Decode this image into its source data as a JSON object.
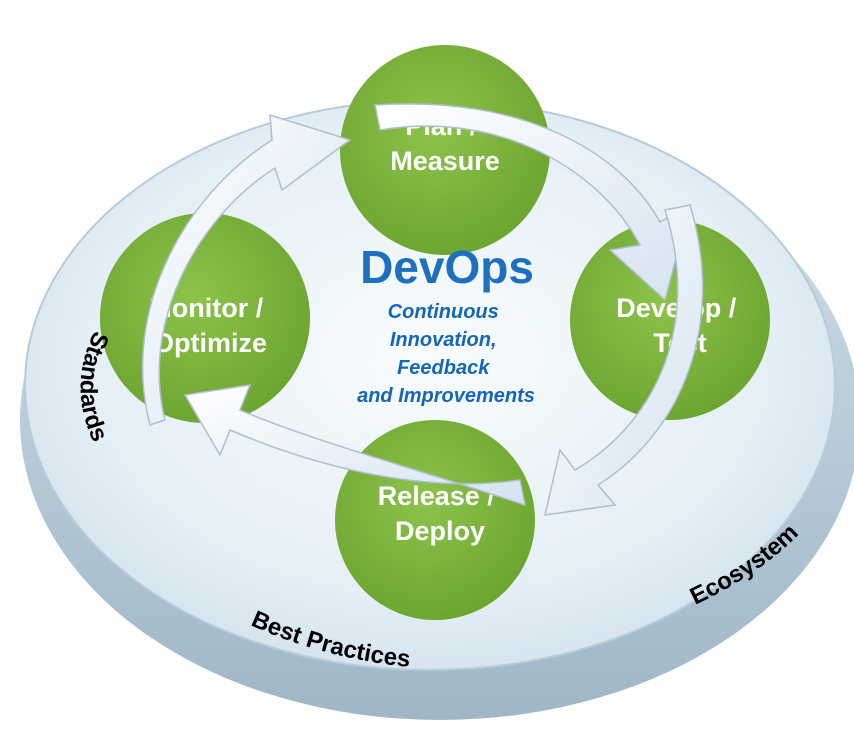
{
  "colors": {
    "node_fill": "#7ab03b",
    "node_fill_light": "#8cc34b",
    "center_title": "#1f6fc0",
    "center_subtitle": "#1565b8",
    "platform_top": "#e6f1f7",
    "platform_edge": "#c4d6e1",
    "arrow_fill": "#e9f1f9",
    "ring_text": "#000000",
    "node_text": "#ffffff"
  },
  "center": {
    "title": "DevOps",
    "subtitle_lines": [
      "Continuous",
      "Innovation,",
      "Feedback",
      "and Improvements"
    ]
  },
  "nodes": {
    "plan": {
      "lines": [
        "Plan /",
        "Measure"
      ]
    },
    "develop": {
      "lines": [
        "Develop /",
        "Test"
      ]
    },
    "release": {
      "lines": [
        "Release /",
        "Deploy"
      ]
    },
    "monitor": {
      "lines": [
        "Monitor /",
        "Optimize"
      ]
    }
  },
  "ring_labels": {
    "standards": "Standards",
    "best_practices": "Best Practices",
    "ecosystem": "Ecosystem"
  }
}
